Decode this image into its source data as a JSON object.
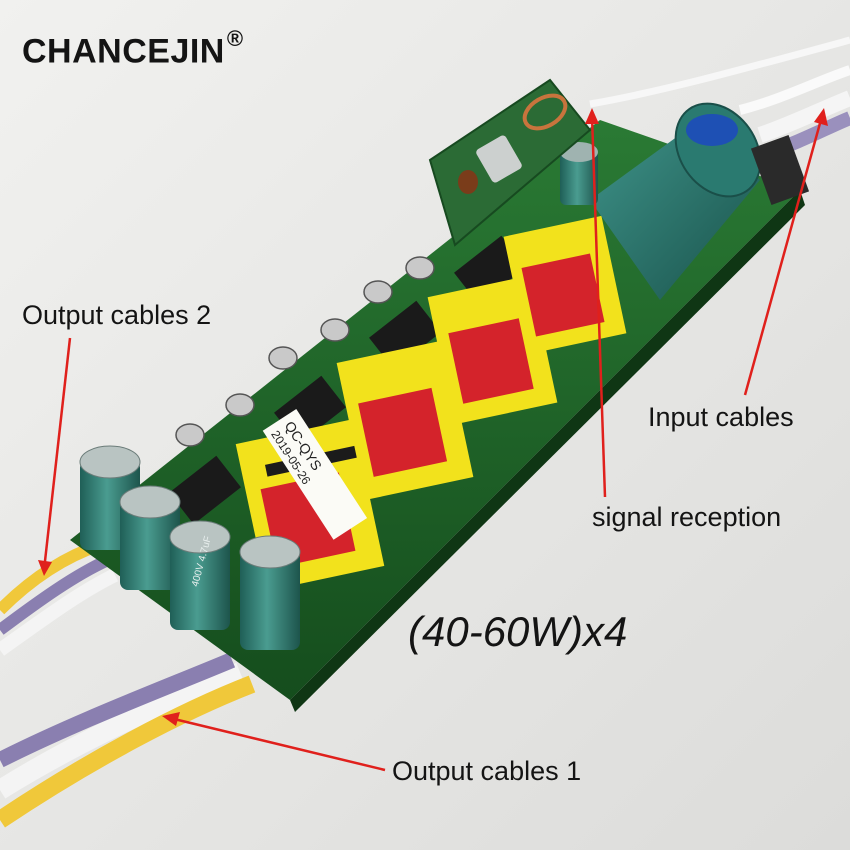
{
  "brand": {
    "name": "CHANCEJIN",
    "mark": "®"
  },
  "labels": {
    "output_cables_2": "Output cables 2",
    "input_cables": "Input cables",
    "signal_reception": "signal reception",
    "power_rating": "(40-60W)x4",
    "output_cables_1": "Output cables 1"
  },
  "product": {
    "sticker_line1": "QC-QYS",
    "sticker_line2": "2019-05-26",
    "capacitor_marking": "400V 4.7uF"
  },
  "colors": {
    "background": "#e9e9e7",
    "pcb": "#1f6b2a",
    "transformer_bobbin": "#f2e21c",
    "transformer_coil": "#d4232b",
    "capacitor": "#2e7e72",
    "annotation_arrow": "#e0201c",
    "cable_yellow": "#f0c83a",
    "cable_white": "#f4f4f4",
    "cable_purple": "#8a7fb0"
  }
}
